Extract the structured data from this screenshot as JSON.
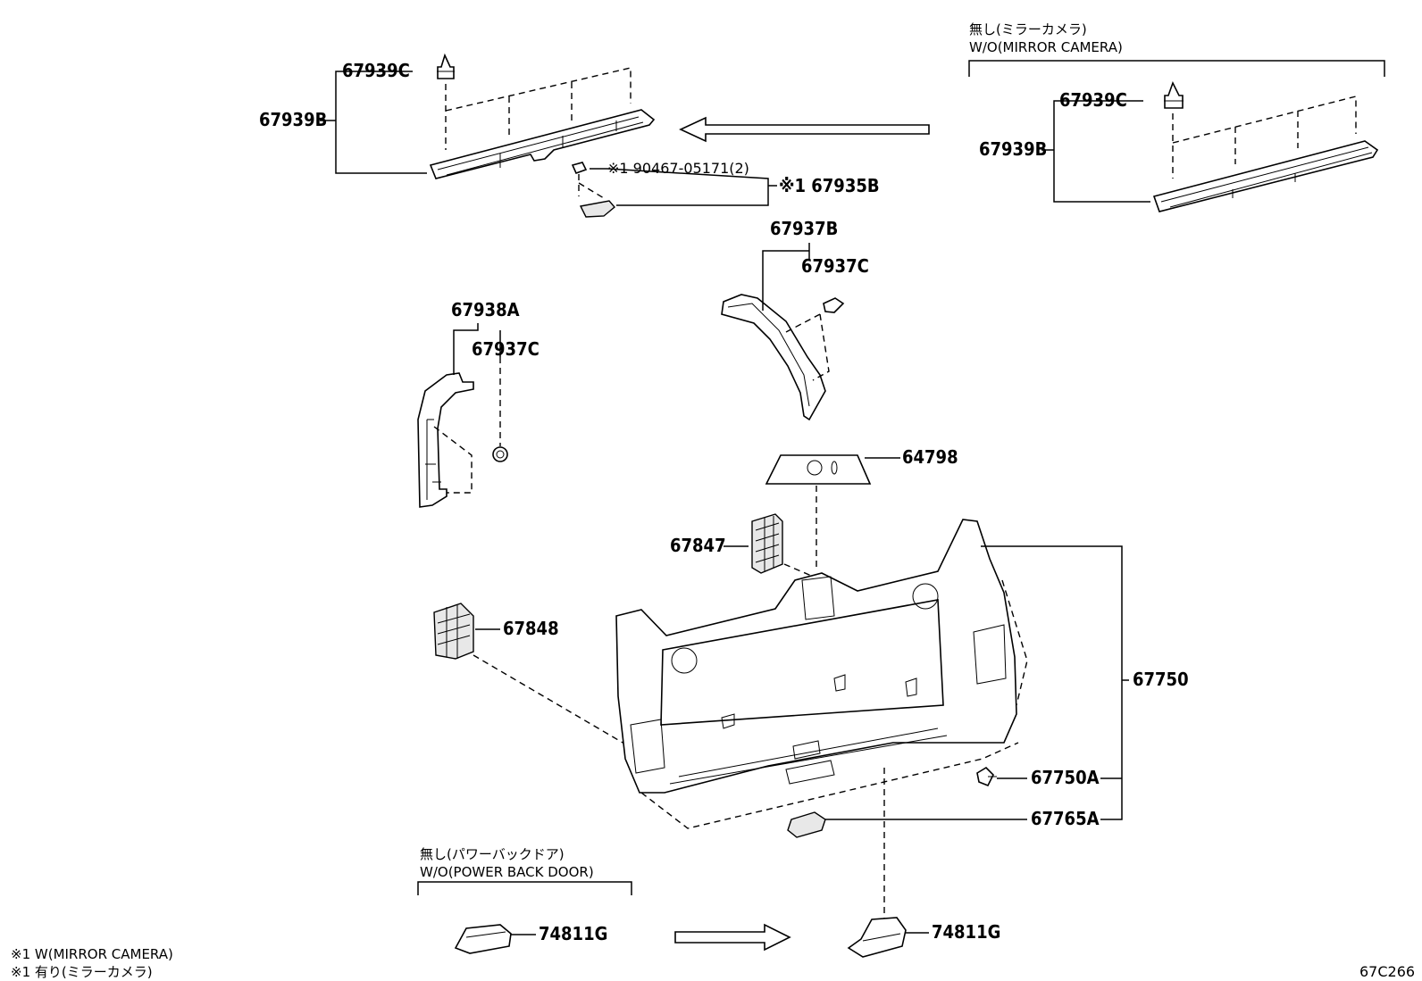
{
  "labels": {
    "top_clip": "67939C",
    "top_garnish": "67939B",
    "note_bolt": "※1 90467-05171(2)",
    "note_cover": "※1 67935B",
    "wo_mirror_jp": "無し(ミラーカメラ)",
    "wo_mirror_en": "W/O(MIRROR CAMERA)",
    "alt_clip": "67939C",
    "alt_garnish": "67939B",
    "right_side_garnish": "67937B",
    "right_side_clip": "67937C",
    "left_side_garnish": "67938A",
    "left_side_clip": "67937C",
    "lamp_cover": "64798",
    "grille_upper": "67847",
    "grille_lower": "67848",
    "door_trim": "67750",
    "trim_clip": "67750A",
    "handle": "67765A",
    "wo_power_jp": "無し(パワーバックドア)",
    "wo_power_en": "W/O(POWER BACK DOOR)",
    "switch_left": "74811G",
    "switch_right": "74811G",
    "footnote_1": "※1 W(MIRROR CAMERA)",
    "footnote_2": "※1 有り(ミラーカメラ)",
    "diagram_id": "67C266"
  }
}
